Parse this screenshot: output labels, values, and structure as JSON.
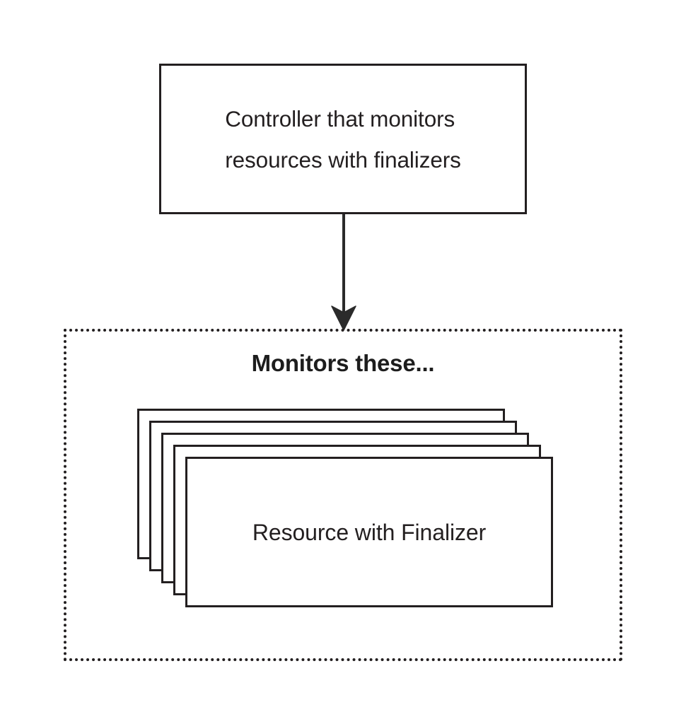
{
  "diagram": {
    "background_color": "#ffffff",
    "stroke_color": "#231f20",
    "text_color": "#231f20",
    "controller": {
      "label": "Controller that monitors\nresources with finalizers"
    },
    "connector": {
      "icon": "down-arrow-icon",
      "direction": "down",
      "style": "solid-line-with-filled-arrowhead"
    },
    "monitor_group": {
      "title": "Monitors these...",
      "border_style": "dotted",
      "cards": [
        {
          "label": ""
        },
        {
          "label": ""
        },
        {
          "label": ""
        },
        {
          "label": ""
        },
        {
          "label": "Resource with Finalizer"
        }
      ],
      "card_count": 5,
      "front_card_label": "Resource with Finalizer"
    }
  }
}
